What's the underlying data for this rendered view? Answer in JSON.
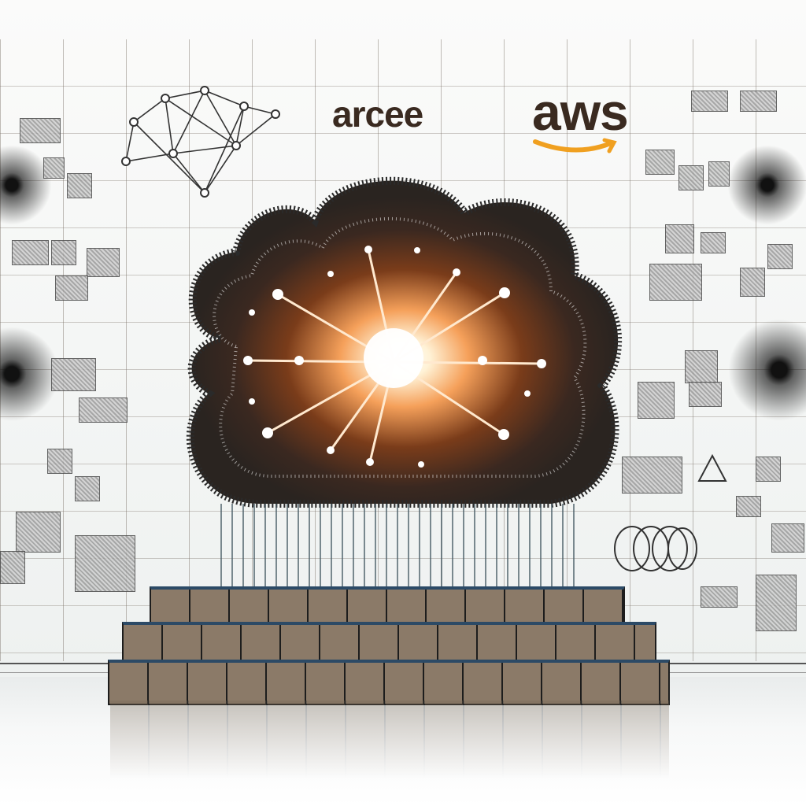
{
  "scene": {
    "description": "Illustration of a glowing neural-network cloud above a tiered podium, flanked by technical diagrams",
    "colors": {
      "logo_text": "#3a2a20",
      "aws_smile": "#f0a020",
      "glow_core": "#ffffff",
      "glow_mid": "#f5a05a",
      "cloud_dark": "#2a2420",
      "podium": "#8b7a68",
      "podium_edge": "#2c4a66"
    }
  },
  "logos": {
    "left": {
      "text": "arcee"
    },
    "right": {
      "text": "aws",
      "icon": "smile-arrow-icon"
    }
  },
  "elements": {
    "network_graph": "network-graph-icon",
    "cloud": "neural-cloud",
    "podium_tiers": 3
  }
}
